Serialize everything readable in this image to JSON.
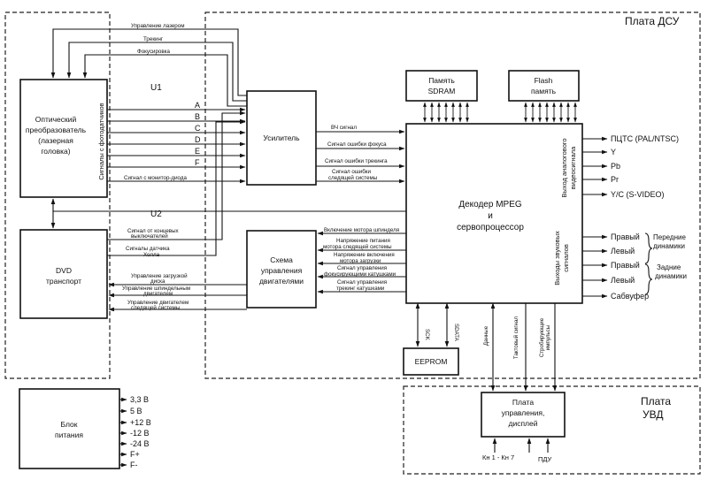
{
  "regions": {
    "dsu_board": "Плата ДСУ",
    "uvd_board": [
      "Плата",
      "УВД"
    ],
    "u1": "U1",
    "u2": "U2"
  },
  "blocks": {
    "optical": [
      "Оптический",
      "преобразователь",
      "(лазерная",
      "головка)"
    ],
    "photodiode_signals": "Сигналы с фотодатчиков",
    "dvd_transport": [
      "DVD",
      "транспорт"
    ],
    "power_supply": [
      "Блок",
      "питания"
    ],
    "amplifier": "Усилитель",
    "motor_control": [
      "Схема",
      "управления",
      "двигателями"
    ],
    "sdram": [
      "Память",
      "SDRAM"
    ],
    "flash": [
      "Flash",
      "память"
    ],
    "decoder": [
      "Декодер MPEG",
      "и",
      "сервопроцессор"
    ],
    "eeprom": "EEPROM",
    "display_board": [
      "Плата",
      "управления,",
      "дисплей"
    ]
  },
  "optical_feedback": [
    "Управление лазером",
    "Трекинг",
    "Фокусировка"
  ],
  "photodiode_channels": [
    "A",
    "B",
    "C",
    "D",
    "E",
    "F"
  ],
  "monitor_diode_signal": "Сигнал с монитор-диода",
  "amp_to_decoder": [
    "ВЧ сигнал",
    "Сигнал ошибки фокуса",
    "Сигнал ошибки трекинга",
    [
      "Сигнал ошибки",
      "следящей системы"
    ]
  ],
  "transport_signals": [
    [
      "Сигнал от концевых",
      "выключателей"
    ],
    [
      "Сигналы датчика",
      "Холла"
    ],
    [
      "Управление загрузкой",
      "диска"
    ],
    [
      "Управление шпиндельным",
      "двигателем"
    ],
    [
      "Управление двигателем",
      "следящей системы"
    ]
  ],
  "decoder_to_motor": [
    "Включение мотора шпинделя",
    [
      "Напряжение питания",
      "мотора следящей системы"
    ],
    [
      "Напряжение включения",
      "мотора загрузки"
    ],
    [
      "Сигнал управления",
      "фокусирующими катушками"
    ],
    [
      "Сигнал управления",
      "трекинг катушками"
    ]
  ],
  "eeprom_bus": [
    "SCK",
    "SDATA"
  ],
  "uvd_bus": [
    "Данные",
    "Тактовый сигнал",
    [
      "Стробирующие",
      "импульсы"
    ]
  ],
  "video_group_label": [
    "Выход аналогового",
    "видеосигнала"
  ],
  "video_outputs": [
    "ПЦТС (PAL/NTSC)",
    "Y",
    "Pb",
    "Pr",
    "Y/C (S-VIDEO)"
  ],
  "audio_group_label": [
    "Выходы звуковых",
    "сигналов"
  ],
  "audio_outputs": [
    "Правый",
    "Левый",
    "Правый",
    "Левый",
    "Сабвуфер"
  ],
  "front_speakers": [
    "Передние",
    "динамики"
  ],
  "rear_speakers": [
    "Задние",
    "динамики"
  ],
  "power_outputs": [
    "3,3 В",
    "5 В",
    "+12 В",
    "-12 В",
    "-24 В",
    "F+",
    "F-"
  ],
  "buttons": "Кн 1 - Кн 7",
  "remote": "ПДУ"
}
